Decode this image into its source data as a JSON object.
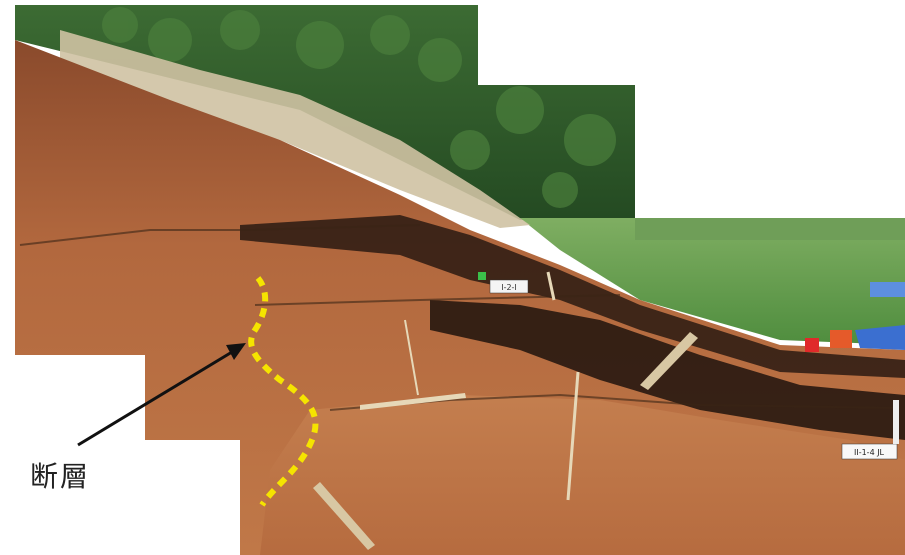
{
  "annotation": {
    "label": "断層",
    "arrow_color": "#111111",
    "fault_line_color": "#f5e400"
  },
  "photo_tags": {
    "tag_upper": "I-2-I",
    "tag_right": "II-1-4 JL"
  },
  "colors": {
    "sky": "#ffffff",
    "forest": "#2f5a2a",
    "grass": "#5e9a4a",
    "soil_light": "#b86a40",
    "soil_dark": "#2a1a12"
  }
}
